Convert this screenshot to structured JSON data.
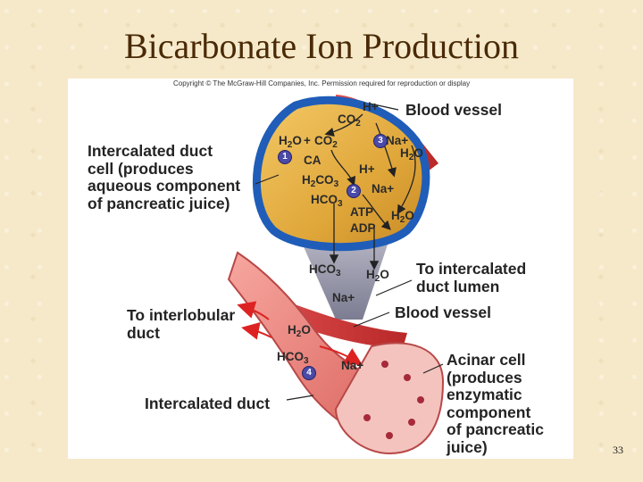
{
  "slide": {
    "title": "Bicarbonate Ion Production",
    "page_number": "33"
  },
  "figure": {
    "copyright": "Copyright © The McGraw-Hill Companies, Inc. Permission required for reproduction or display",
    "labels": {
      "blood_vessel_top": "Blood vessel",
      "intercalated_duct_cell": "Intercalated duct\ncell (produces\naqueous component\nof pancreatic juice)",
      "to_intercalated_duct_lumen": "To intercalated\nduct lumen",
      "blood_vessel_bottom": "Blood vessel",
      "to_interlobular_duct": "To interlobular\nduct",
      "intercalated_duct": "Intercalated duct",
      "acinar_cell": "Acinar cell\n(produces\nenzymatic\ncomponent\nof pancreatic\njuice)"
    },
    "chemistry": {
      "h_plus": "H+",
      "co2": "CO",
      "co2_sub": "2",
      "h2o": "H",
      "h2o_sub": "2",
      "h2o_tail": "O",
      "ca": "CA",
      "h2co3": "H",
      "h2co3_mid": "CO",
      "h2co3_sub": "2",
      "h2co3_sub2": "3",
      "hco3": "HCO",
      "hco3_sub": "3",
      "hco3_sup": "–",
      "na_plus": "Na+",
      "atp": "ATP",
      "adp": "ADP"
    },
    "steps": [
      "1",
      "2",
      "3",
      "4"
    ]
  }
}
